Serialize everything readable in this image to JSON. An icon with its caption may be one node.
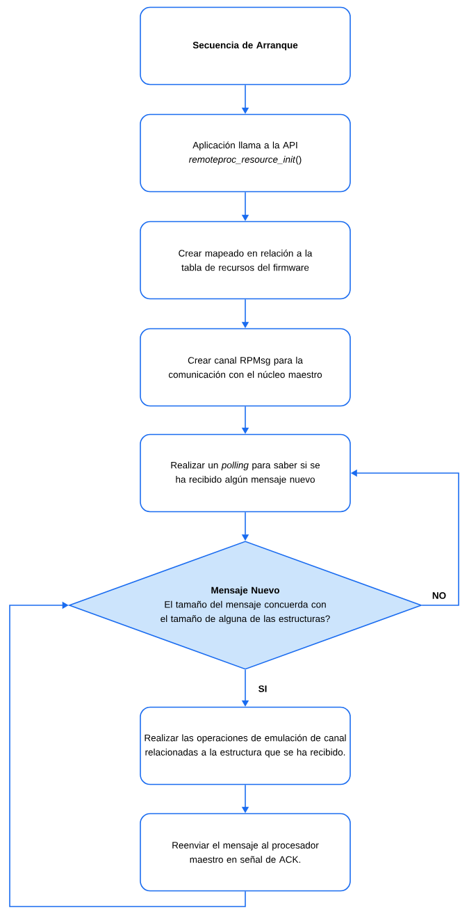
{
  "diagram": {
    "nodes": [
      {
        "text": [
          "Secuencia de Arranque"
        ]
      },
      {
        "text": [
          "Aplicación llama a la API *remoteproc_resource_init*()"
        ]
      },
      {
        "text": [
          "Crear mapeado en relación a la tabla de recursos del firmware"
        ]
      },
      {
        "text": [
          "Crear canal RPMsg para la comunicación con el núcleo maestro"
        ]
      },
      {
        "text": [
          "Realizar un *polling* para saber si se ha recibido algún mensaje nuevo"
        ]
      },
      {
        "text": [
          "Mensaje Nuevo",
          "El tamaño del mensaje concuerda con el tamaño de alguna de las estructuras?"
        ]
      },
      {
        "text": [
          "Realizar las operaciones de emulación de canal relacionadas a la estructura que se ha recibido."
        ]
      },
      {
        "text": [
          "Reenviar el mensaje al procesador maestro en señal de ACK."
        ]
      }
    ],
    "edges": [
      {
        "from": 0,
        "to": 1,
        "arrow": "to"
      },
      {
        "from": 1,
        "to": 2,
        "arrow": "to"
      },
      {
        "from": 2,
        "to": 3,
        "arrow": "to"
      },
      {
        "from": 3,
        "to": 4,
        "arrow": "to"
      },
      {
        "from": 4,
        "to": 5,
        "arrow": "to"
      },
      {
        "from": 5,
        "to": 6,
        "arrow": "to",
        "label": "SI"
      },
      {
        "from": 5,
        "to": 4,
        "arrow": "to",
        "label": "NO"
      },
      {
        "from": 6,
        "to": 7,
        "arrow": "to"
      },
      {
        "from": 7,
        "to": 5,
        "arrow": "to"
      }
    ]
  }
}
